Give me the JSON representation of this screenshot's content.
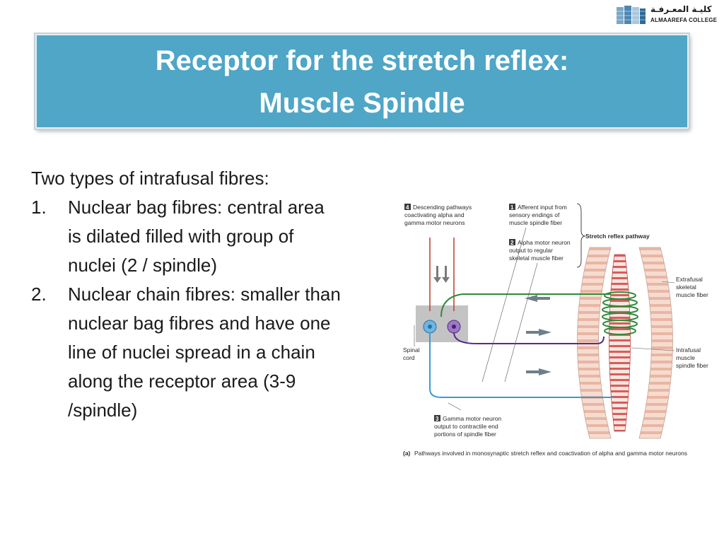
{
  "logo": {
    "arabic_text": "كليـة المعـرفـة",
    "english_text": "ALMAAREFA COLLEGE"
  },
  "slide": {
    "title_line1": "Receptor for the stretch reflex:",
    "title_line2": "Muscle Spindle",
    "intro": "Two types of intrafusal fibres:",
    "items": [
      {
        "number": "1.",
        "text": "Nuclear bag fibres: central area is dilated filled with group of nuclei (2 / spindle)"
      },
      {
        "number": "2.",
        "text": "Nuclear chain fibres: smaller than nuclear bag fibres and have one line of nuclei spread in a chain along the receptor area  (3-9 /spindle)"
      }
    ]
  },
  "figure": {
    "label4_num": "4",
    "label4_lines": [
      "Descending pathways",
      "coactivating alpha and",
      "gamma motor neurons"
    ],
    "label1_num": "1",
    "label1_lines": [
      "Afferent input from",
      "sensory endings of",
      "muscle spindle fiber"
    ],
    "label2_num": "2",
    "label2_lines": [
      "Alpha motor neuron",
      "output to regular",
      "skeletal muscle fiber"
    ],
    "pathway_label": "Stretch reflex pathway",
    "extrafusal_lines": [
      "Extrafusal",
      "skeletal",
      "muscle fiber"
    ],
    "intrafusal_lines": [
      "Intrafusal",
      "muscle",
      "spindle fiber"
    ],
    "spinal_lines": [
      "Spinal",
      "cord"
    ],
    "label3_num": "3",
    "label3_lines": [
      "Gamma motor neuron",
      "output to contractile end",
      "portions of spindle fiber"
    ],
    "caption_prefix": "(a)",
    "caption": "Pathways involved in monosynaptic stretch reflex and coactivation of alpha and gamma motor neurons"
  },
  "colors": {
    "title_bg": "#4fa6c6",
    "afferent": "#2e8b3a",
    "alpha": "#5a2a8a",
    "gamma": "#3a9ad6",
    "descending": "#c0392b"
  }
}
